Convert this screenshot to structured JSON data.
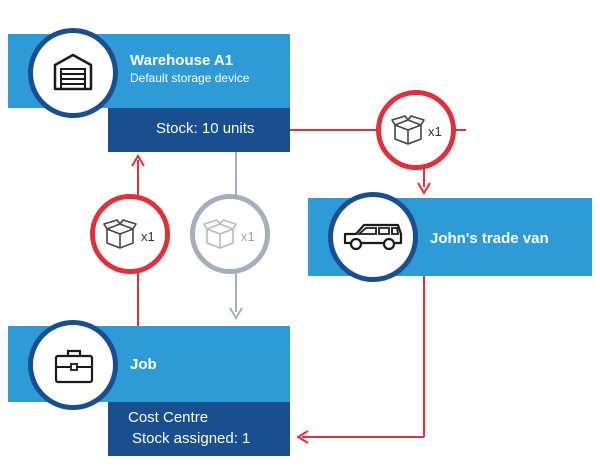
{
  "warehouse": {
    "title": "Warehouse A1",
    "subtitle": "Default storage device",
    "stock_label": "Stock: 10 units",
    "icon": "warehouse-icon"
  },
  "van": {
    "title": "John's trade van",
    "icon": "van-icon"
  },
  "job": {
    "title": "Job",
    "cost_centre": "Cost Centre",
    "stock_assigned": "Stock assigned: 1",
    "icon": "briefcase-icon"
  },
  "transfers": {
    "warehouse_to_van": {
      "qty": "x1",
      "icon": "box-icon"
    },
    "job_to_warehouse": {
      "qty": "x1",
      "icon": "box-icon"
    },
    "warehouse_to_job": {
      "qty": "x1",
      "icon": "box-icon"
    }
  },
  "colors": {
    "band": "#2e9bd6",
    "dark_panel": "#1a4f8f",
    "active_flow": "#e0303c",
    "inactive_flow": "#a6adbd"
  }
}
